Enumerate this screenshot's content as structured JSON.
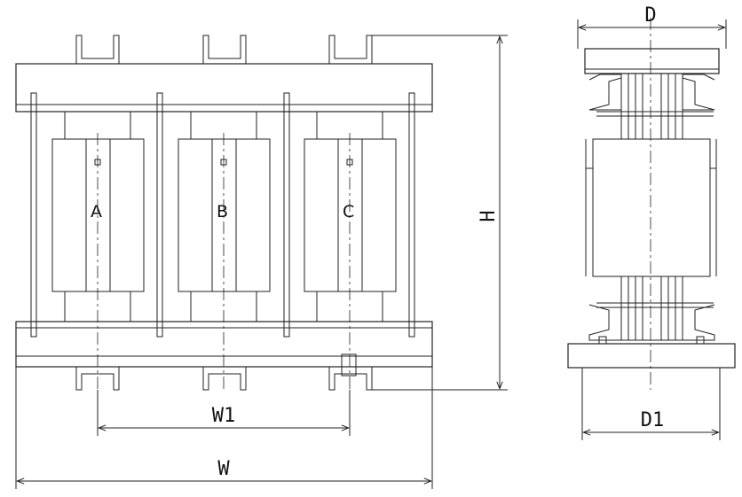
{
  "phases": [
    "A",
    "B",
    "C"
  ],
  "dimensions": {
    "height": "H",
    "width": "W",
    "width_inner": "W1",
    "depth": "D",
    "depth_base": "D1"
  },
  "colors": {
    "line": "#222222",
    "background": "#ffffff"
  }
}
